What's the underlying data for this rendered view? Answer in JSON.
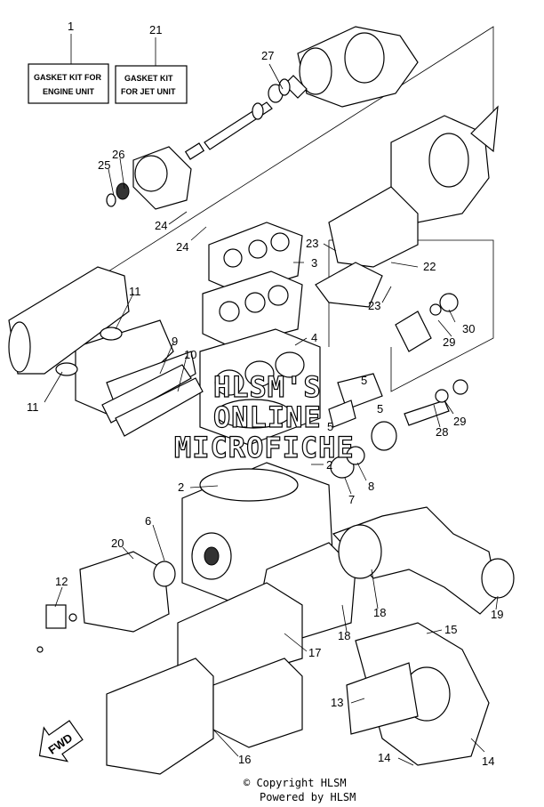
{
  "kit_labels": {
    "engine": {
      "number": "1",
      "line1": "GASKET KIT FOR",
      "line2": "ENGINE UNIT"
    },
    "jet": {
      "number": "21",
      "line1": "GASKET KIT",
      "line2": "FOR JET UNIT"
    }
  },
  "callouts": {
    "n27": "27",
    "n26": "26",
    "n25": "25",
    "n24a": "24",
    "n24b": "24",
    "n23a": "23",
    "n23b": "23",
    "n22": "22",
    "n3": "3",
    "n11a": "11",
    "n11b": "11",
    "n9": "9",
    "n10": "10",
    "n4": "4",
    "n5a": "5",
    "n5b": "5",
    "n5c": "5",
    "n30": "30",
    "n29a": "29",
    "n29b": "29",
    "n28": "28",
    "n2a": "2",
    "n2b": "2",
    "n7": "7",
    "n8": "8",
    "n6": "6",
    "n20": "20",
    "n12": "12",
    "n18a": "18",
    "n18b": "18",
    "n19": "19",
    "n17": "17",
    "n15": "15",
    "n13": "13",
    "n16": "16",
    "n14a": "14",
    "n14b": "14"
  },
  "fwd_label": "FWD",
  "watermark": {
    "line1": "HLSM'S",
    "line2": "ONLINE",
    "line3": "MICROFICHE"
  },
  "copyright": {
    "line1": "© Copyright HLSM",
    "line2": "Powered by HLSM"
  }
}
